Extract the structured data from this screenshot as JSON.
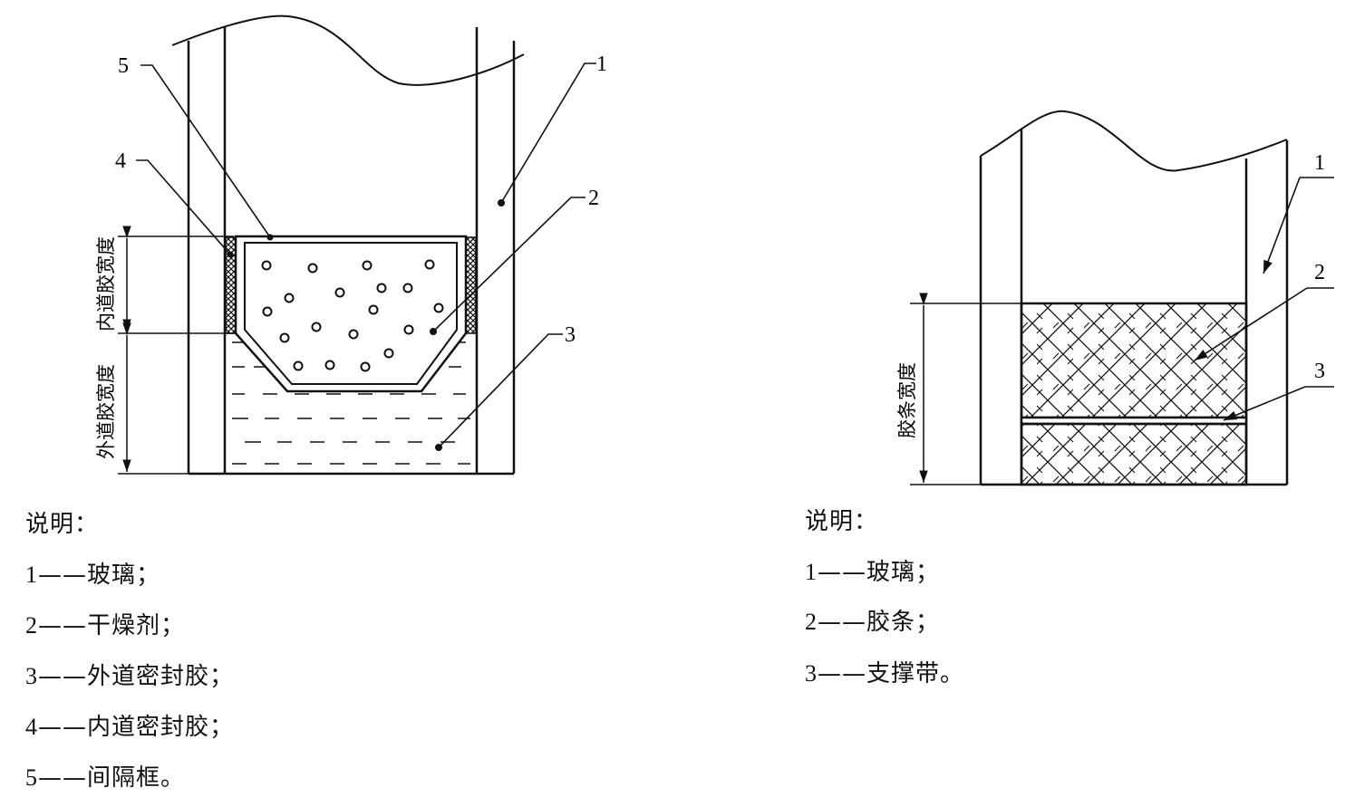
{
  "figure_left": {
    "callouts": {
      "c1": "1",
      "c2": "2",
      "c3": "3",
      "c4": "4",
      "c5": "5"
    },
    "dim_outer": "外道胶宽度",
    "dim_inner": "内道胶宽度",
    "legend_title": "说明：",
    "legend": [
      {
        "num": "1",
        "text": "——玻璃；"
      },
      {
        "num": "2",
        "text": "——干燥剂；"
      },
      {
        "num": "3",
        "text": "——外道密封胶；"
      },
      {
        "num": "4",
        "text": "——内道密封胶；"
      },
      {
        "num": "5",
        "text": "——间隔框。"
      }
    ]
  },
  "figure_right": {
    "callouts": {
      "c1": "1",
      "c2": "2",
      "c3": "3"
    },
    "dim_label": "胶条宽度",
    "legend_title": "说明：",
    "legend": [
      {
        "num": "1",
        "text": "——玻璃；"
      },
      {
        "num": "2",
        "text": "——胶条；"
      },
      {
        "num": "3",
        "text": "——支撑带。"
      }
    ]
  }
}
